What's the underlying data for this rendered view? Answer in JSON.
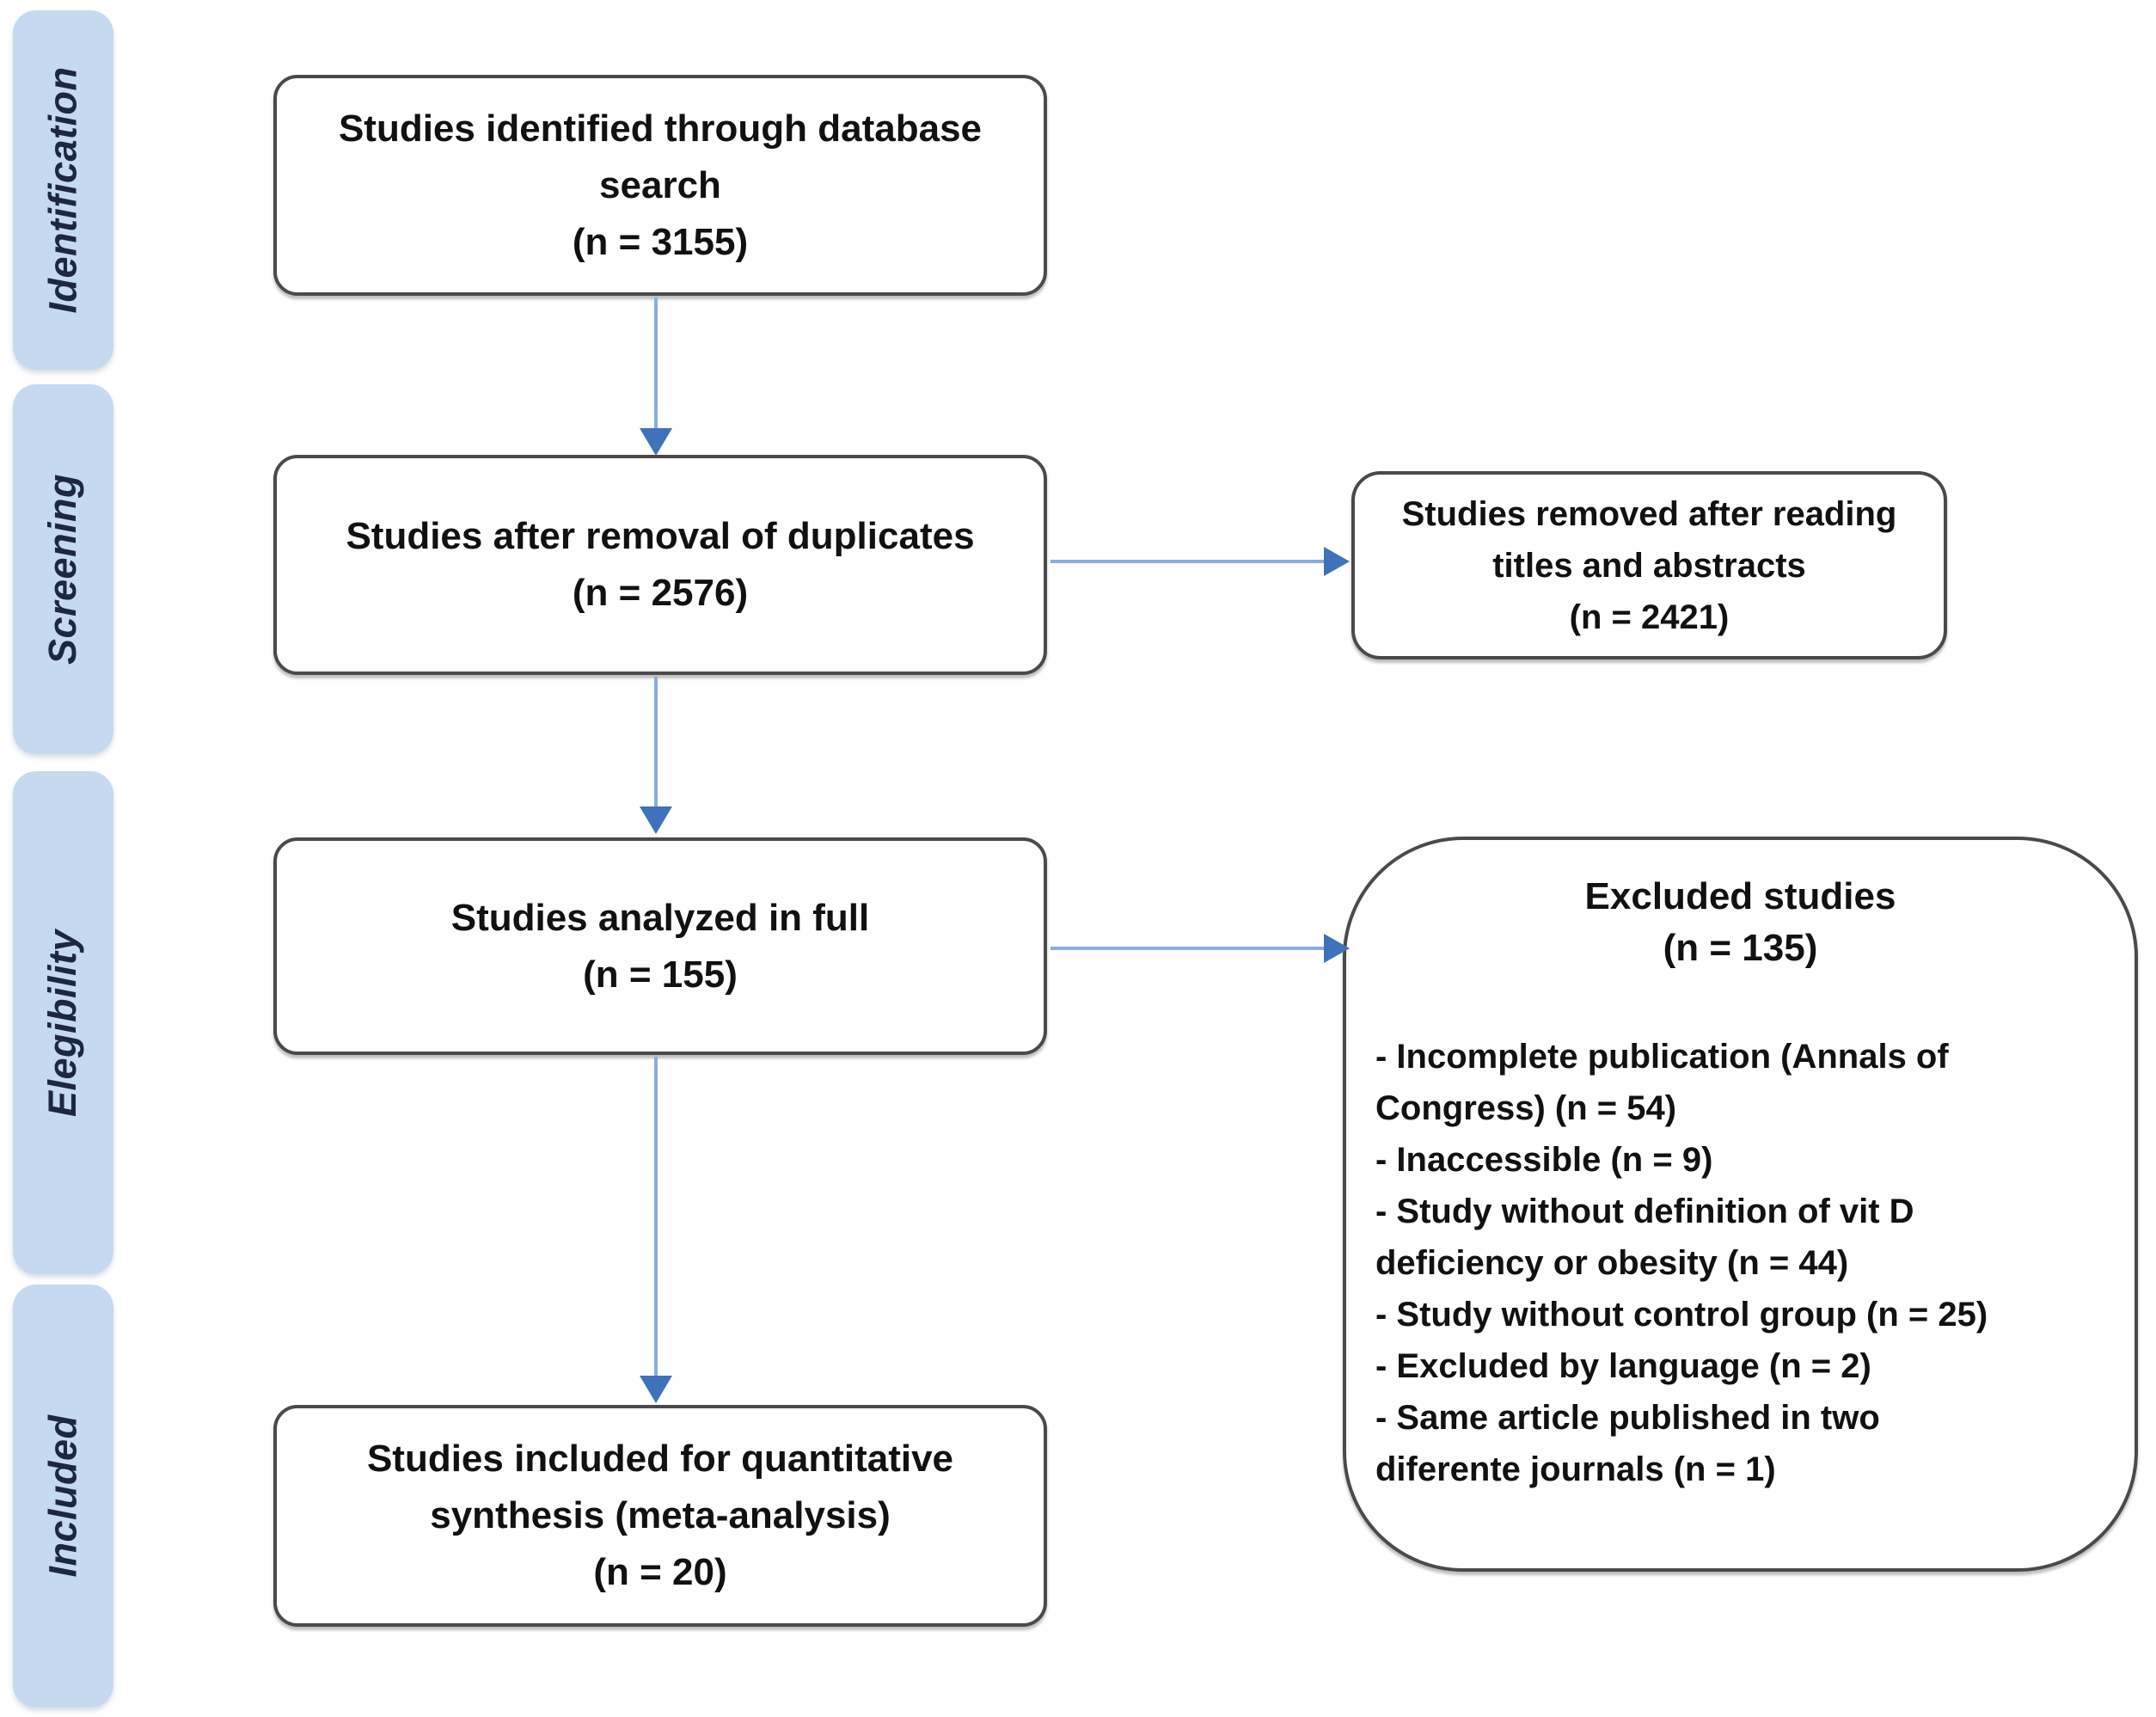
{
  "diagram": {
    "stages": [
      {
        "label": "Identification"
      },
      {
        "label": "Screening"
      },
      {
        "label": "Elegibility"
      },
      {
        "label": "Included"
      }
    ],
    "boxes": {
      "identified": {
        "label": "Studies identified through database search",
        "count": "(n = 3155)"
      },
      "deduplicated": {
        "label": "Studies after removal of duplicates",
        "count": "(n = 2576)"
      },
      "analyzed_full": {
        "label": "Studies analyzed in full",
        "count": "(n = 155)"
      },
      "included": {
        "label": "Studies included for quantitative synthesis (meta-analysis)",
        "count": "(n = 20)"
      },
      "removed_titles_abstracts": {
        "label": "Studies removed after reading titles and abstracts",
        "count": "(n = 2421)"
      },
      "excluded": {
        "title": "Excluded studies",
        "count": "(n = 135)",
        "reasons": [
          "- Incomplete publication (Annals of Congress) (n = 54)",
          "- Inaccessible (n = 9)",
          "- Study without definition of vit D deficiency or obesity (n = 44)",
          "- Study without control group (n = 25)",
          "- Excluded by language (n = 2)",
          "- Same article published in two diferente journals (n = 1)"
        ]
      }
    },
    "colors": {
      "stage_fill": "#c5d9f0",
      "stage_text": "#1d2740",
      "box_border": "#4a4a4a",
      "arrow_line": "#8aaede",
      "arrow_head": "#3e72bb",
      "text": "#111111"
    }
  }
}
